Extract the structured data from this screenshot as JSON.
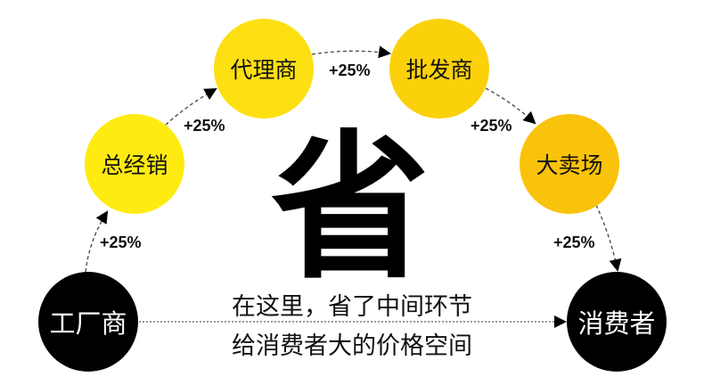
{
  "title_char": "省",
  "slogan": {
    "line1": "在这里，省了中间环节",
    "line2": "给消费者大的价格空间"
  },
  "nodes": [
    {
      "id": "factory",
      "label": "工厂商",
      "color": "#000000",
      "text_color": "#ffffff"
    },
    {
      "id": "distributor",
      "label": "总经销",
      "color": "#FFEB0F",
      "text_color": "#111111"
    },
    {
      "id": "agent",
      "label": "代理商",
      "color": "#FCE012",
      "text_color": "#111111"
    },
    {
      "id": "wholesaler",
      "label": "批发商",
      "color": "#FBD10A",
      "text_color": "#111111"
    },
    {
      "id": "hypermarket",
      "label": "大卖场",
      "color": "#F9C20B",
      "text_color": "#111111"
    },
    {
      "id": "consumer",
      "label": "消费者",
      "color": "#000000",
      "text_color": "#ffffff"
    }
  ],
  "markups": [
    {
      "from": "工厂商",
      "to": "总经销",
      "label": "+25%"
    },
    {
      "from": "总经销",
      "to": "代理商",
      "label": "+25%"
    },
    {
      "from": "代理商",
      "to": "批发商",
      "label": "+25%"
    },
    {
      "from": "批发商",
      "to": "大卖场",
      "label": "+25%"
    },
    {
      "from": "大卖场",
      "to": "消费者",
      "label": "+25%"
    }
  ],
  "direct_link": {
    "from": "工厂商",
    "to": "消费者"
  }
}
